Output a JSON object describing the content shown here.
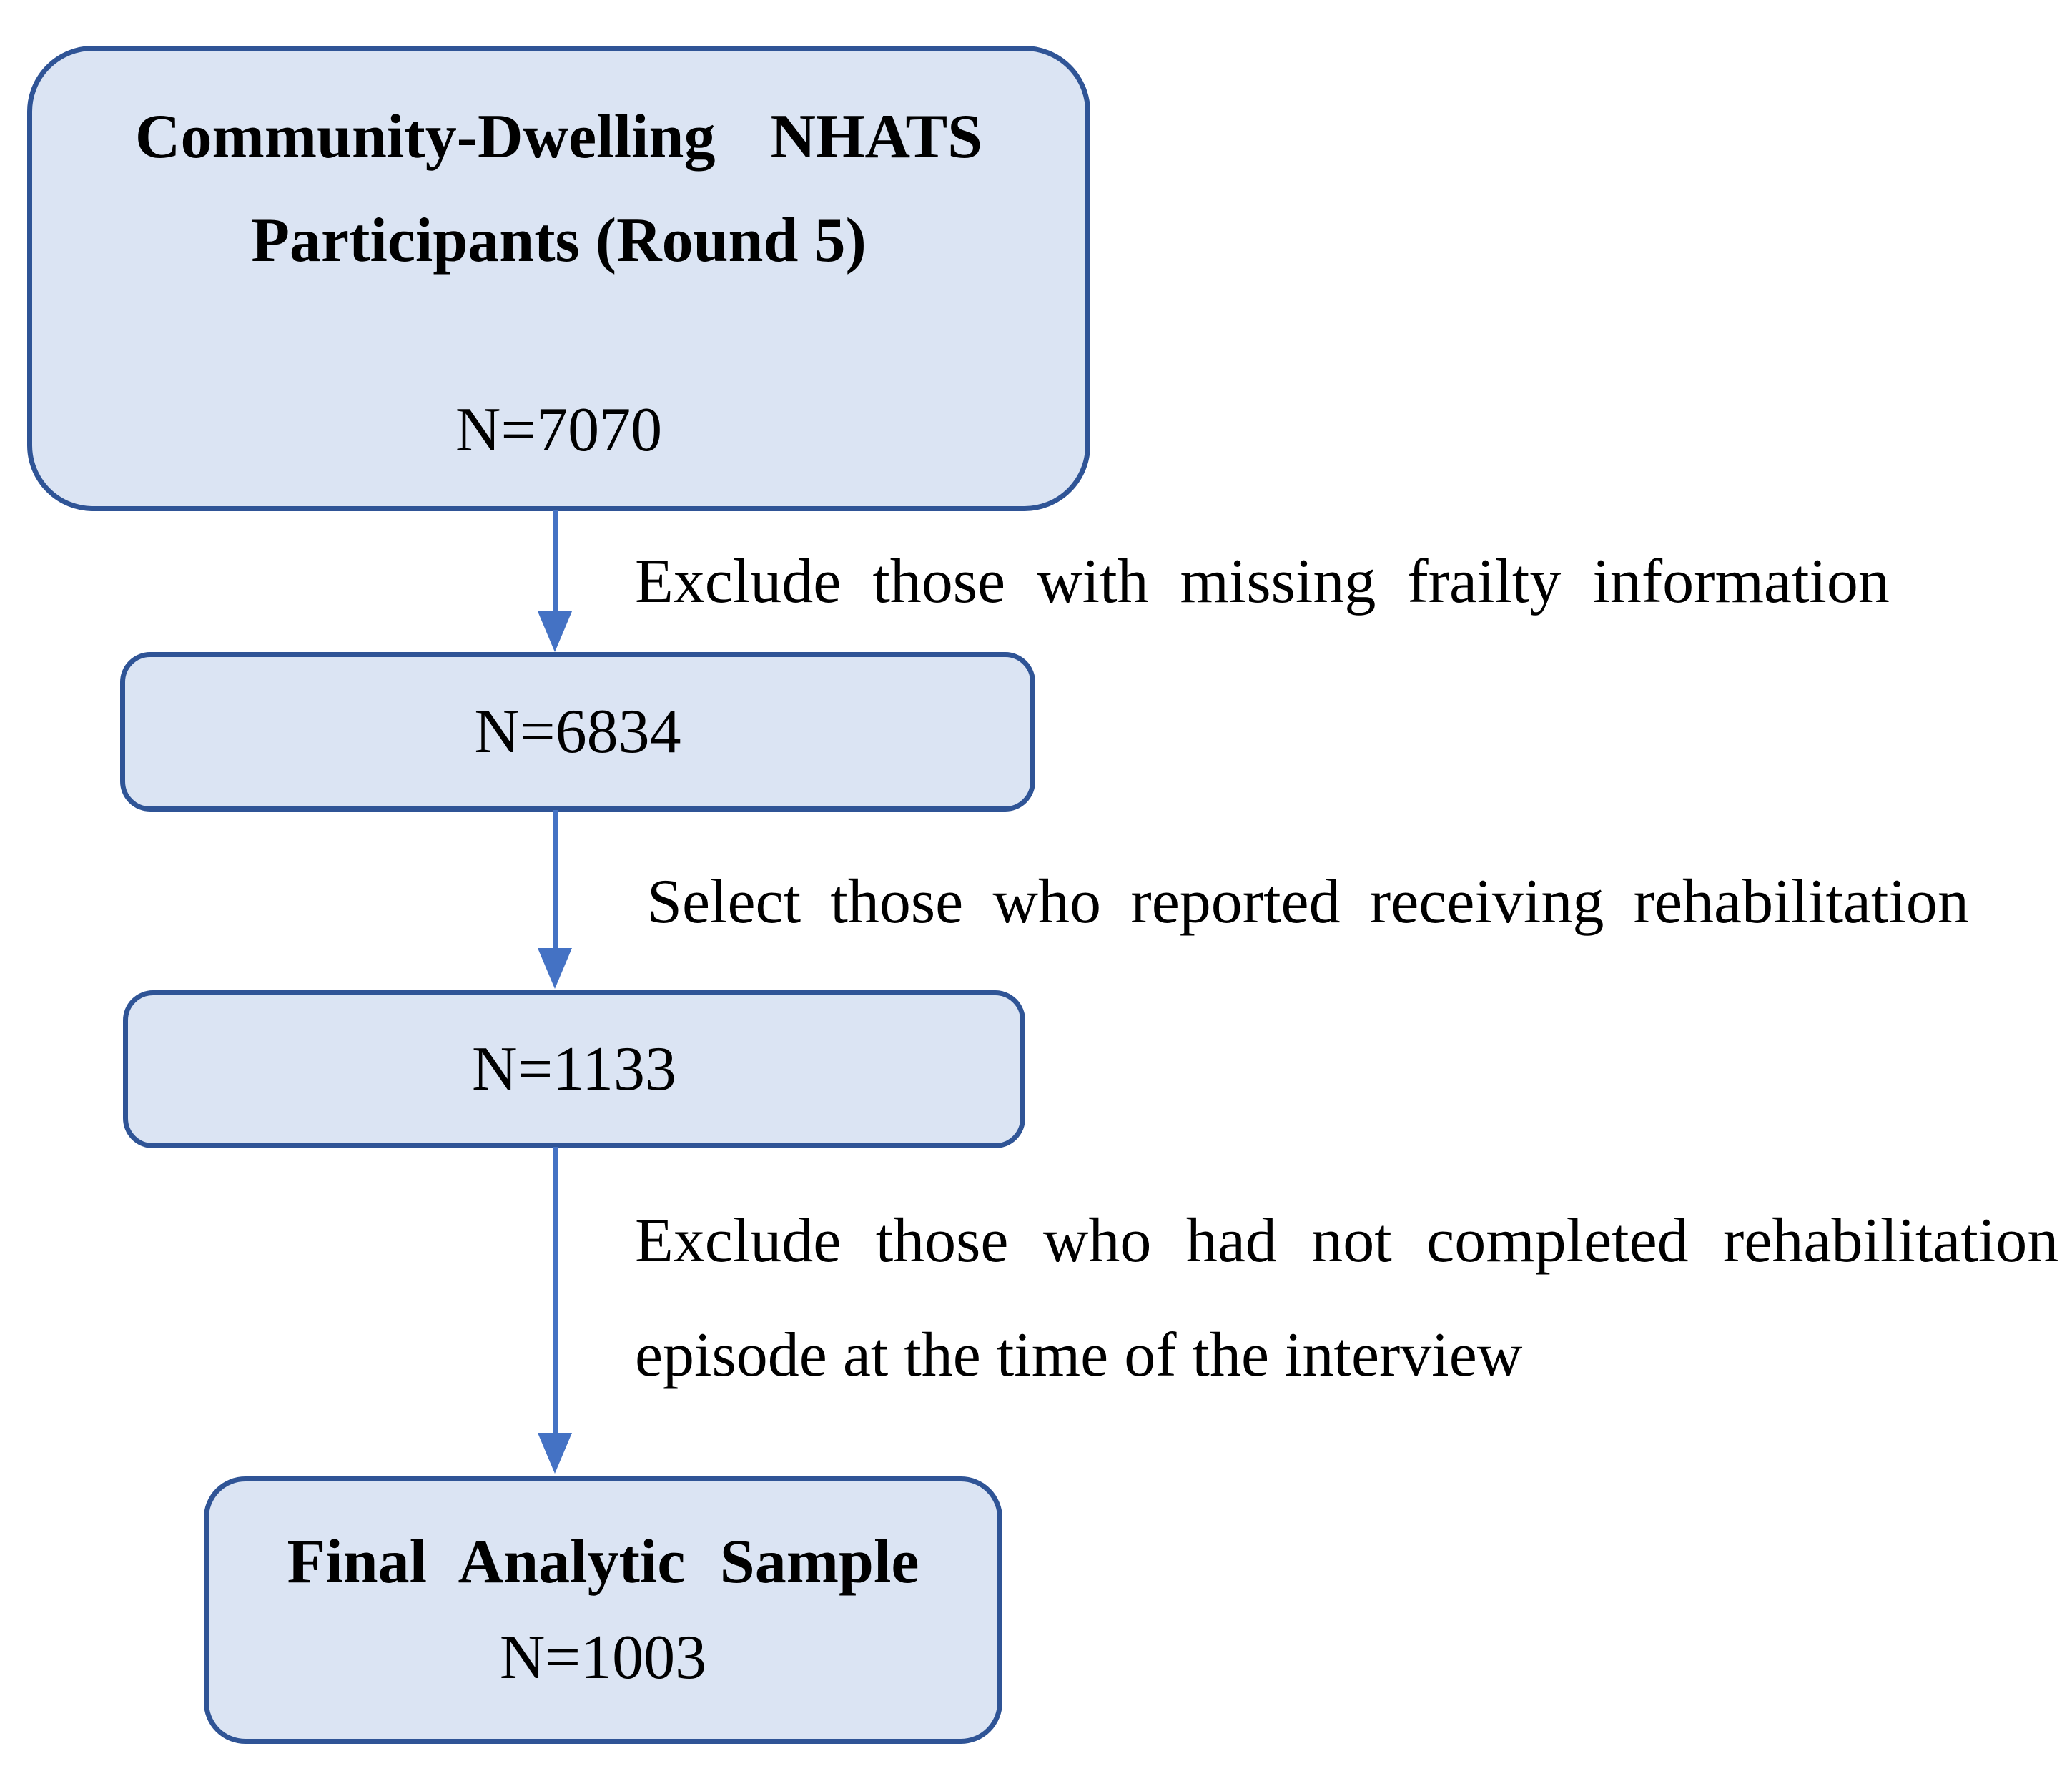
{
  "figure": {
    "type": "flowchart",
    "colors": {
      "node_fill": "#dbe4f3",
      "node_border": "#2f5496",
      "arrow": "#4472c4",
      "text": "#000000"
    },
    "nodes": [
      {
        "id": "participants",
        "title_lines": [
          "Community-Dwelling NHATS",
          "Participants (Round 5)"
        ],
        "n": "N=7070"
      },
      {
        "id": "after-frailty-exclusion",
        "n": "N=6834"
      },
      {
        "id": "reported-rehabilitation",
        "n": "N=1133"
      },
      {
        "id": "final-analytic-sample",
        "title": "Final Analytic Sample",
        "n": "N=1003"
      }
    ],
    "edges": [
      {
        "from": "participants",
        "to": "after-frailty-exclusion",
        "label_lines": [
          "Exclude those with missing frailty information"
        ]
      },
      {
        "from": "after-frailty-exclusion",
        "to": "reported-rehabilitation",
        "label_lines": [
          "Select those who reported receiving rehabilitation"
        ]
      },
      {
        "from": "reported-rehabilitation",
        "to": "final-analytic-sample",
        "label_lines": [
          "Exclude those who had not completed rehabilitation",
          "episode at the time of the interview"
        ]
      }
    ]
  }
}
